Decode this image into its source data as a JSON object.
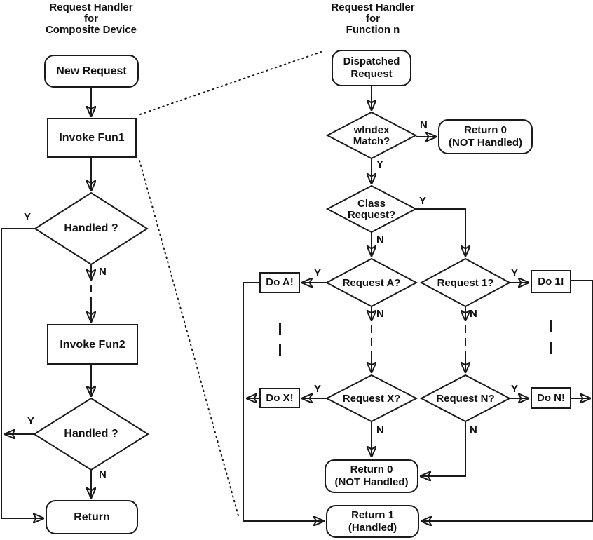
{
  "colors": {
    "ink": "#1a1a1a",
    "background": "#ffffff"
  },
  "labels": {
    "yes": "Y",
    "no": "N"
  },
  "left": {
    "title": {
      "line1": "Request Handler",
      "line2": "for",
      "line3": "Composite Device"
    },
    "nodes": {
      "new_request": "New Request",
      "invoke_fun1": "Invoke Fun1",
      "handled_1": "Handled ?",
      "invoke_fun2": "Invoke Fun2",
      "handled_2": "Handled ?",
      "return": "Return"
    }
  },
  "right": {
    "title": {
      "line1": "Request Handler",
      "line2": "for",
      "line3": "Function n"
    },
    "nodes": {
      "dispatched_request": {
        "line1": "Dispatched",
        "line2": "Request"
      },
      "windex_match": {
        "line1": "wIndex",
        "line2": "Match?"
      },
      "return0_top": {
        "line1": "Return 0",
        "line2": "(NOT Handled)"
      },
      "class_request": {
        "line1": "Class",
        "line2": "Request?"
      },
      "request_a": "Request A?",
      "request_1": "Request 1?",
      "do_a": "Do A!",
      "do_1": "Do 1!",
      "request_x": "Request X?",
      "request_n": "Request N?",
      "do_x": "Do X!",
      "do_n": "Do N!",
      "return0_bottom": {
        "line1": "Return 0",
        "line2": "(NOT Handled)"
      },
      "return1": {
        "line1": "Return 1",
        "line2": "(Handled)"
      }
    }
  }
}
